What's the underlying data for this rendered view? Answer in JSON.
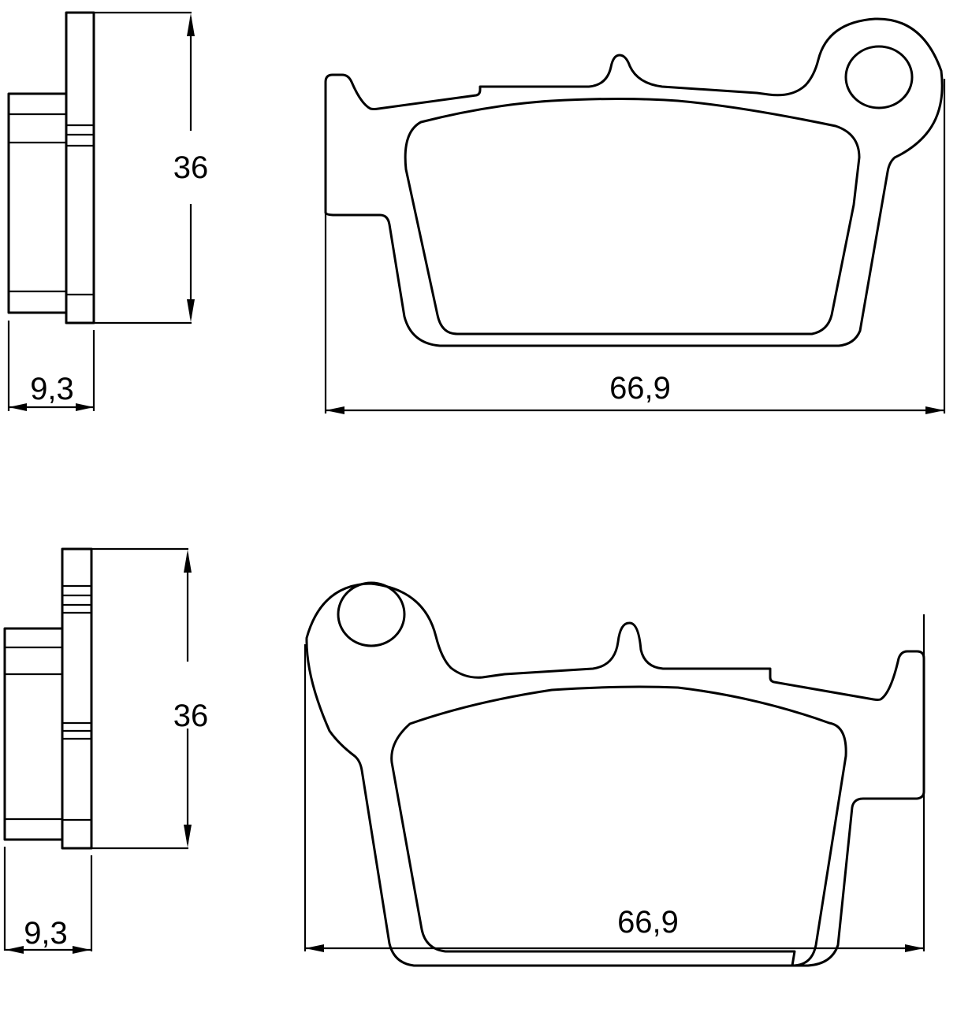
{
  "drawings": [
    {
      "name": "brake-pad-top",
      "side_view": {
        "height_label": "36",
        "thickness_label": "9,3"
      },
      "front_view": {
        "width_label": "66,9"
      }
    },
    {
      "name": "brake-pad-bottom",
      "side_view": {
        "height_label": "36",
        "thickness_label": "9,3"
      },
      "front_view": {
        "width_label": "66,9"
      }
    }
  ],
  "colors": {
    "line": "#000000",
    "background": "#ffffff"
  }
}
